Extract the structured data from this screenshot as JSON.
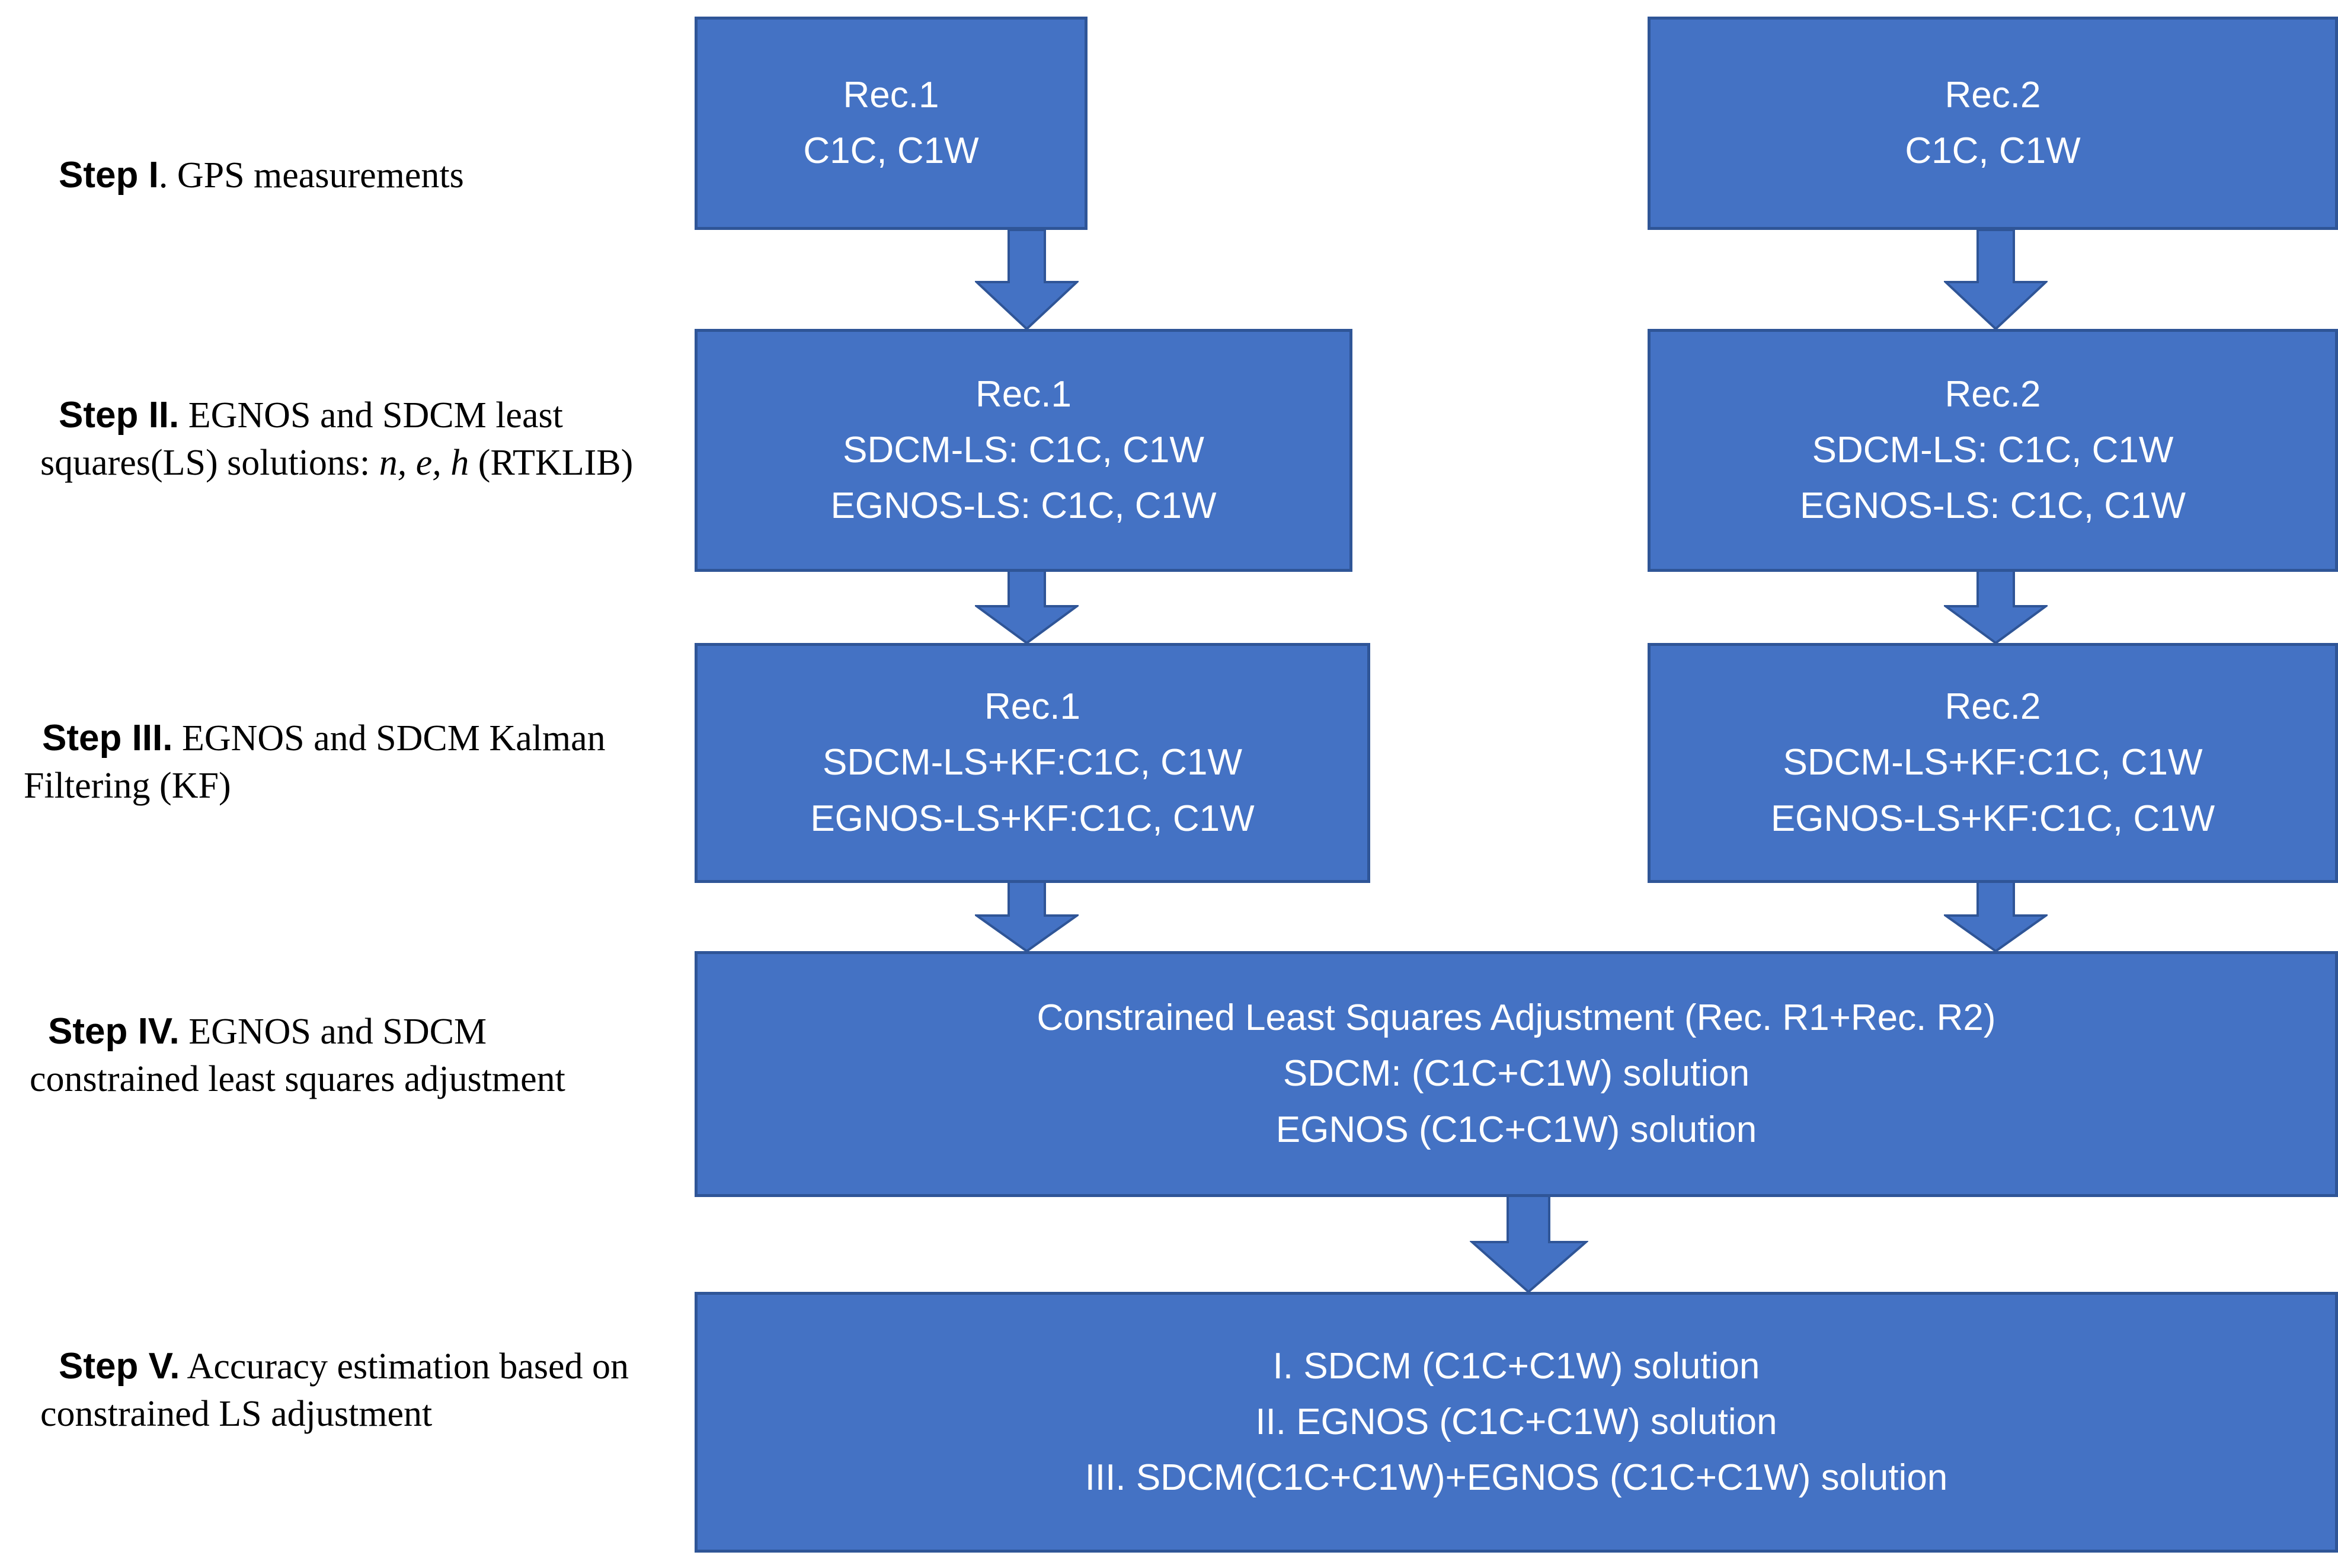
{
  "theme": {
    "box_fill": "#4472C4",
    "box_border": "#2F5597",
    "box_text": "#FFFFFF",
    "label_text": "#000000",
    "arrow_fill": "#4472C4",
    "arrow_border": "#2F5597",
    "page_background": "#FFFFFF"
  },
  "steps": [
    {
      "id": "step-1",
      "number": "Step I",
      "label_prefix": "Step I",
      "label_rest": ". GPS measurements",
      "boxes": [
        {
          "id": "step1-rec1",
          "lines": [
            "Rec.1",
            "C1C, C1W"
          ]
        },
        {
          "id": "step1-rec2",
          "lines": [
            "Rec.2",
            "C1C, C1W"
          ]
        }
      ]
    },
    {
      "id": "step-2",
      "number": "Step II.",
      "label_prefix": "Step II.",
      "label_rest": " EGNOS and SDCM least squares(LS) solutions: ",
      "label_italic": "n, e, h",
      "label_tail": " (RTKLIB)",
      "boxes": [
        {
          "id": "step2-rec1",
          "lines": [
            "Rec.1",
            "SDCM-LS: C1C, C1W",
            "EGNOS-LS: C1C, C1W"
          ]
        },
        {
          "id": "step2-rec2",
          "lines": [
            "Rec.2",
            "SDCM-LS: C1C, C1W",
            "EGNOS-LS: C1C, C1W"
          ]
        }
      ]
    },
    {
      "id": "step-3",
      "number": "Step III.",
      "label_prefix": "Step III.",
      "label_rest": " EGNOS and SDCM Kalman Filtering (KF)",
      "boxes": [
        {
          "id": "step3-rec1",
          "lines": [
            "Rec.1",
            "SDCM-LS+KF:C1C, C1W",
            "EGNOS-LS+KF:C1C, C1W"
          ]
        },
        {
          "id": "step3-rec2",
          "lines": [
            "Rec.2",
            "SDCM-LS+KF:C1C, C1W",
            "EGNOS-LS+KF:C1C, C1W"
          ]
        }
      ]
    },
    {
      "id": "step-4",
      "number": "Step IV.",
      "label_prefix": "Step IV.",
      "label_rest": " EGNOS and SDCM constrained least squares adjustment",
      "boxes": [
        {
          "id": "step4-combined",
          "lines": [
            "Constrained Least Squares Adjustment (Rec. R1+Rec. R2)",
            "SDCM: (C1C+C1W) solution",
            "EGNOS (C1C+C1W) solution"
          ]
        }
      ]
    },
    {
      "id": "step-5",
      "number": "Step V.",
      "label_prefix": "Step V.",
      "label_rest": " Accuracy estimation based on constrained LS adjustment",
      "boxes": [
        {
          "id": "step5-results",
          "lines": [
            "I. SDCM (C1C+C1W) solution",
            "II. EGNOS (C1C+C1W) solution",
            "III. SDCM(C1C+C1W)+EGNOS (C1C+C1W) solution"
          ]
        }
      ]
    }
  ],
  "arrows": [
    {
      "id": "arrow-1-2-left",
      "from": "step1-rec1",
      "to": "step2-rec1"
    },
    {
      "id": "arrow-1-2-right",
      "from": "step1-rec2",
      "to": "step2-rec2"
    },
    {
      "id": "arrow-2-3-left",
      "from": "step2-rec1",
      "to": "step3-rec1"
    },
    {
      "id": "arrow-2-3-right",
      "from": "step2-rec2",
      "to": "step3-rec2"
    },
    {
      "id": "arrow-3-4-left",
      "from": "step3-rec1",
      "to": "step4-combined"
    },
    {
      "id": "arrow-3-4-right",
      "from": "step3-rec2",
      "to": "step4-combined"
    },
    {
      "id": "arrow-4-5",
      "from": "step4-combined",
      "to": "step5-results"
    }
  ]
}
